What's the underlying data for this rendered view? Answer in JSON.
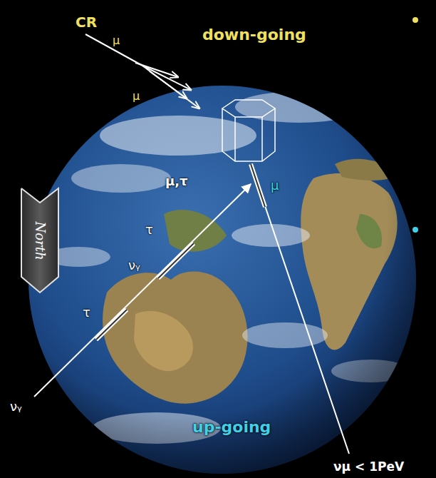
{
  "diagram": {
    "nodes": [
      {
        "text": [
          "North"
        ]
      }
    ],
    "labels": [
      "CR",
      "μ",
      "μ",
      "down-going",
      "μ,τ",
      "τ",
      "νᵧ",
      "τ",
      "νᵧ",
      "μ",
      "up-going",
      "νμ < 1PeV"
    ]
  }
}
